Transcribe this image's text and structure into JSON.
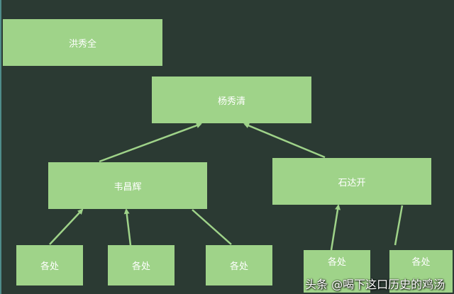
{
  "nodes": {
    "hong": "洪秀全",
    "yang": "杨秀清",
    "wei": "韦昌辉",
    "shi": "石达开",
    "w1": "各处",
    "w2": "各处",
    "w3": "各处",
    "s1": "各处",
    "s2": "各处"
  },
  "colors": {
    "background": "#2b3a33",
    "node": "#9fd389",
    "edge": "#9fd389"
  },
  "watermark": "头条 @喝下这口历史的鸡汤"
}
